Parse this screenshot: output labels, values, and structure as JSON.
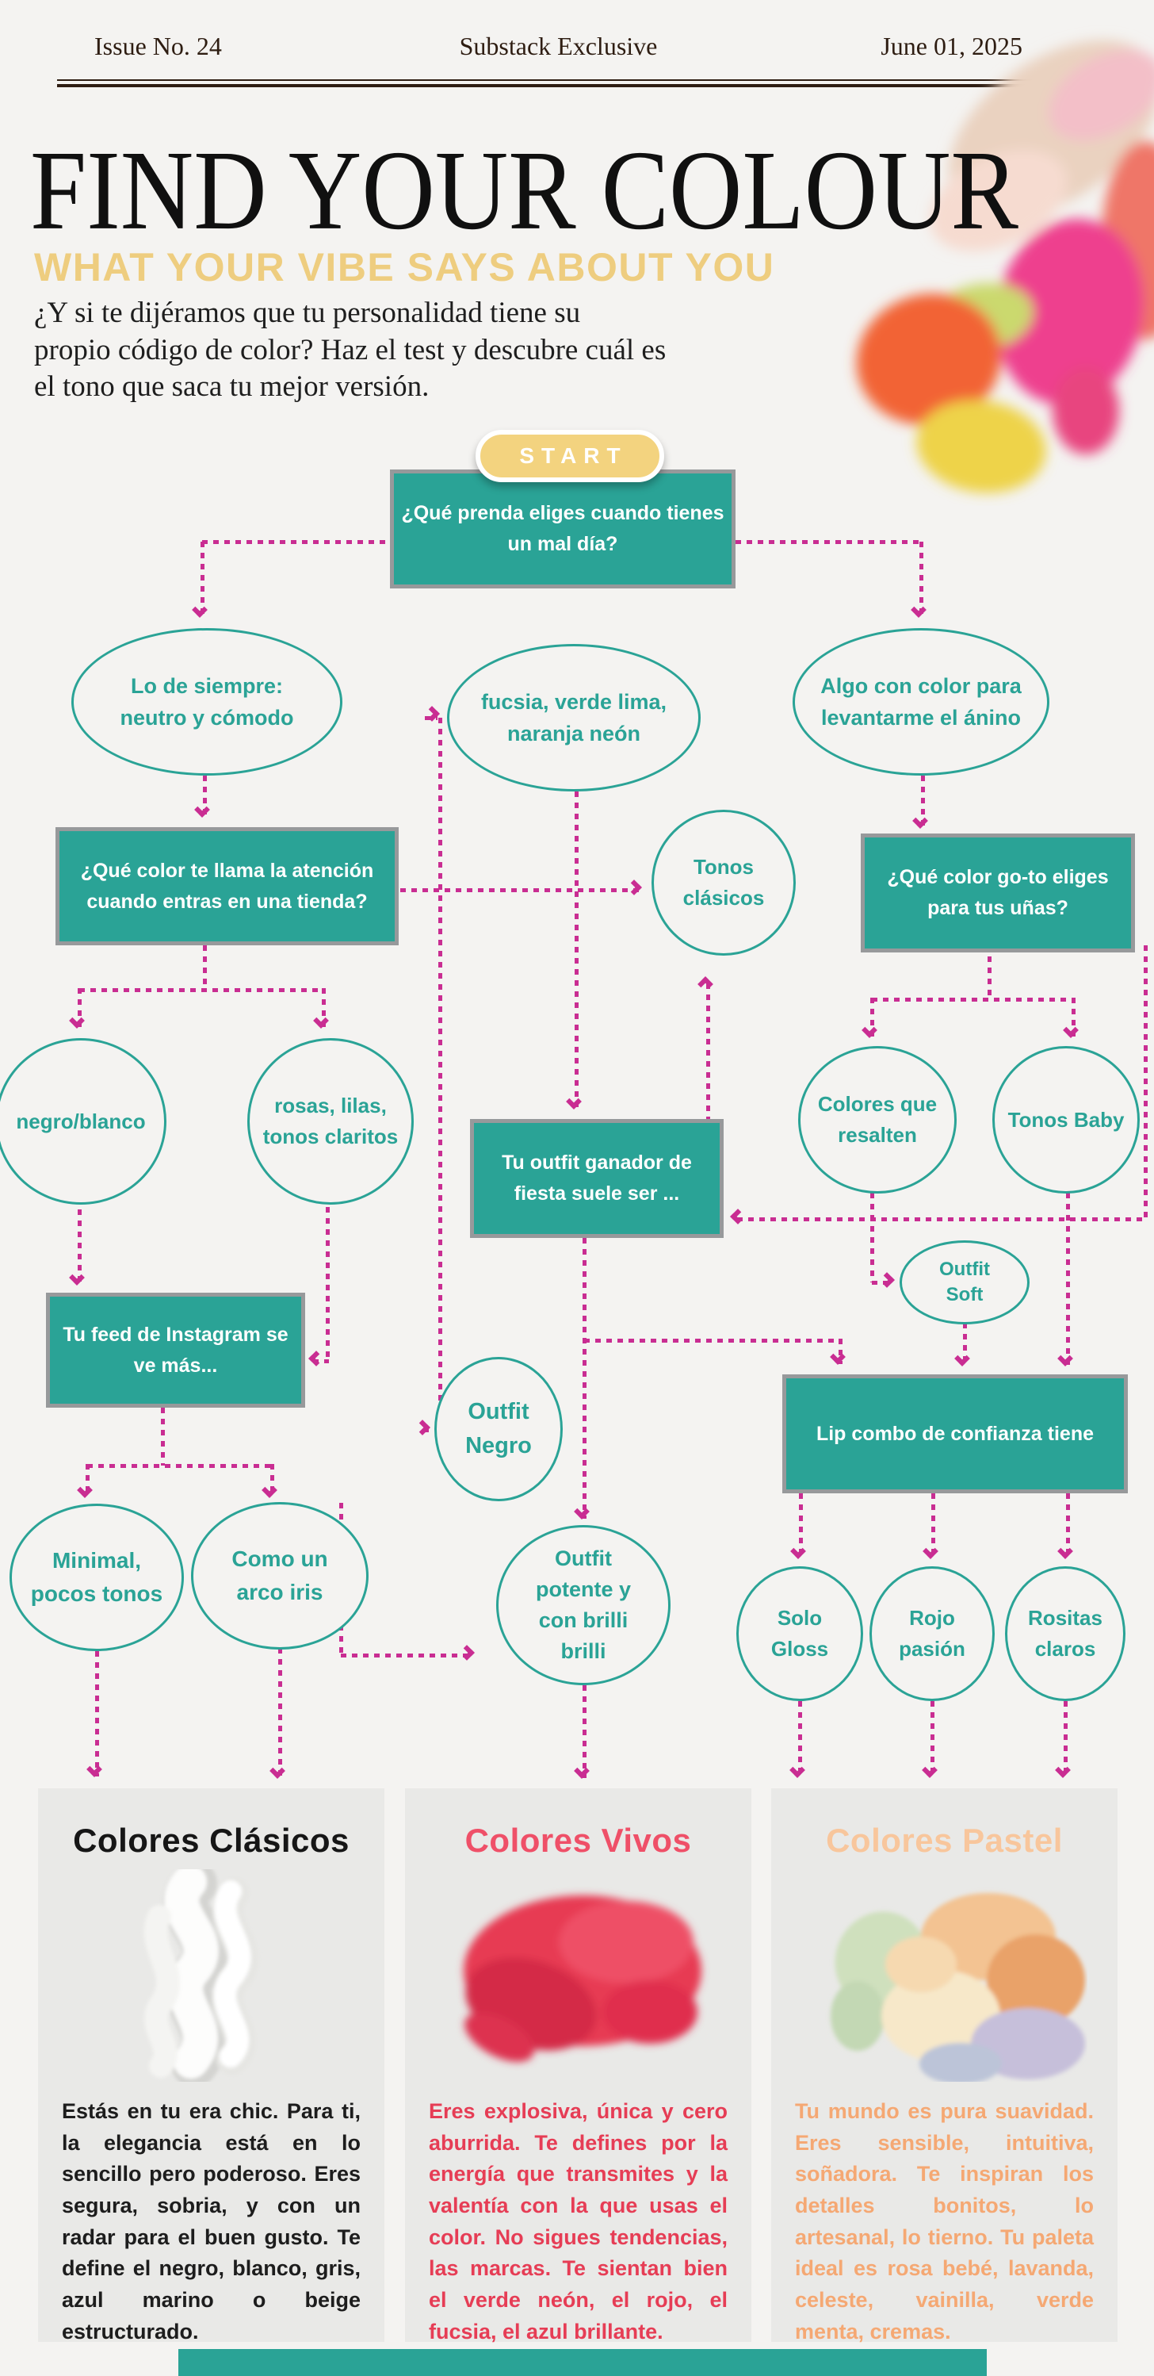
{
  "header": {
    "issue": "Issue No. 24",
    "center": "Substack Exclusive",
    "date": "June 01, 2025"
  },
  "hero": {
    "title": "FIND YOUR COLOUR",
    "subtitle": "WHAT YOUR VIBE SAYS ABOUT YOU",
    "intro": "¿Y si te dijéramos que tu personalidad tiene su\npropio código de color? Haz el test y descubre cuál es\nel tono que saca tu mejor versión.",
    "start_label": "START"
  },
  "colors": {
    "teal": "#2aa396",
    "magenta": "#c92d92",
    "yellow": "#f3d37f",
    "classic_title": "#161616",
    "vivos_title": "#ef5068",
    "vivos_text": "#e63d55",
    "pastel_title": "#f8c69c",
    "pastel_text": "#f5a873"
  },
  "nodes": {
    "q_mal_dia": "¿Qué prenda eliges cuando tienes\nun mal día?",
    "a_siempre": "Lo de siempre:\nneutro y cómodo",
    "a_fucsia": "fucsia, verde lima,\nnaranja neón",
    "a_animo": "Algo con color para\nlevantarme el ánino",
    "q_tienda": "¿Qué color te llama la atención\ncuando entras en una tienda?",
    "a_tonos_clasicos": "Tonos\nclásicos",
    "q_unas": "¿Qué color go-to eliges\npara tus uñas?",
    "a_negro_blanco": "negro/blanco",
    "a_rosas": "rosas, lilas,\ntonos claritos",
    "q_outfit_fiesta": "Tu outfit ganador de\nfiesta suele ser ...",
    "a_resalten": "Colores que\nresalten",
    "a_baby": "Tonos Baby",
    "a_soft": "Outfit\nSoft",
    "q_instagram": "Tu feed de Instagram se\nve más...",
    "a_outfit_negro": "Outfit\nNegro",
    "q_lip_combo": "Lip combo de confianza tiene",
    "a_minimal": "Minimal,\npocos tonos",
    "a_arcoiris": "Como un\narco iris",
    "a_potente": "Outfit\npotente y\ncon brilli\nbrilli",
    "a_gloss": "Solo\nGloss",
    "a_rojo": "Rojo\npasión",
    "a_rositas": "Rositas\nclaros"
  },
  "results": [
    {
      "title": "Colores Clásicos",
      "text": "Estás en tu era chic. Para ti, la elegancia está en lo sencillo pero poderoso. Eres segura, sobria, y con un radar para el buen gusto. Te define el negro, blanco, gris, azul marino o beige estructurado."
    },
    {
      "title": "Colores Vivos",
      "text": "Eres explosiva, única y cero aburrida. Te defines por la energía que transmites y la valentía con la que usas el color. No sigues tendencias, las marcas. Te sientan bien el verde neón, el rojo, el fucsia, el azul brillante."
    },
    {
      "title": "Colores Pastel",
      "text": "Tu mundo es pura suavidad. Eres sensible, intuitiva, soñadora. Te inspiran los detalles bonitos, lo artesanal, lo tierno. Tu paleta ideal es rosa bebé, lavanda, celeste, vainilla, verde menta, cremas."
    }
  ]
}
